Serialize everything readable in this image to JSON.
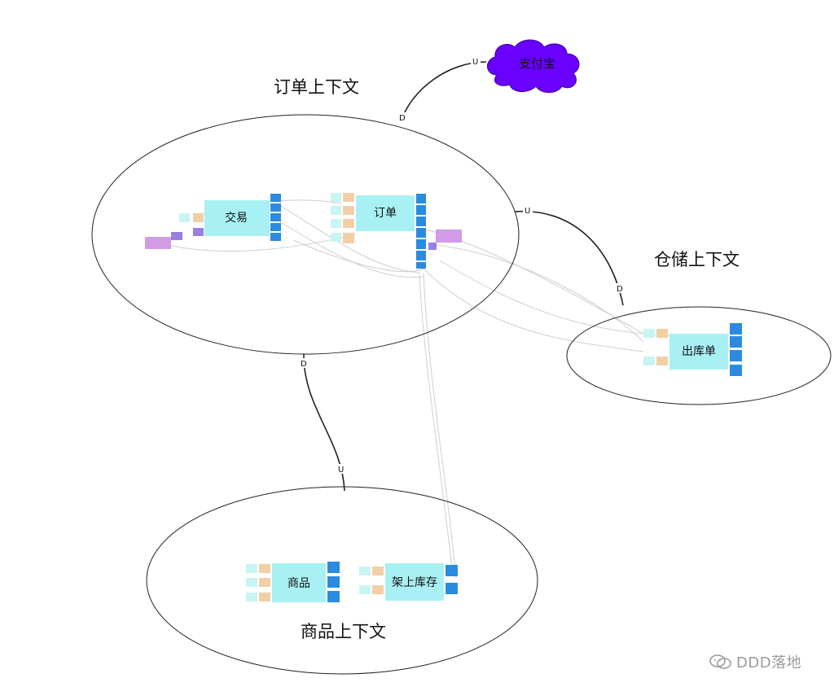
{
  "contexts": {
    "order": {
      "title": "订单上下文"
    },
    "warehouse": {
      "title": "仓储上下文"
    },
    "product": {
      "title": "商品上下文"
    }
  },
  "external": {
    "alipay": {
      "label": "支付宝"
    }
  },
  "aggregates": {
    "trade": "交易",
    "order": "订单",
    "outbound": "出库单",
    "product": "商品",
    "shelf_stock": "架上库存"
  },
  "relations": {
    "upstream": "U",
    "downstream": "D"
  },
  "colors": {
    "aggregate": "#a8f0f4",
    "actor": "#c9f4f4",
    "command": "#f2cfa6",
    "event": "#2b8be0",
    "policy": "#9b7fe0",
    "external_system": "#d29be6",
    "cloud": "#6a00ff",
    "line": "#222222",
    "flow": "#c8c8c8"
  },
  "icons": {
    "watermark": "wechat-icon"
  },
  "watermark": {
    "text": "DDD落地"
  }
}
